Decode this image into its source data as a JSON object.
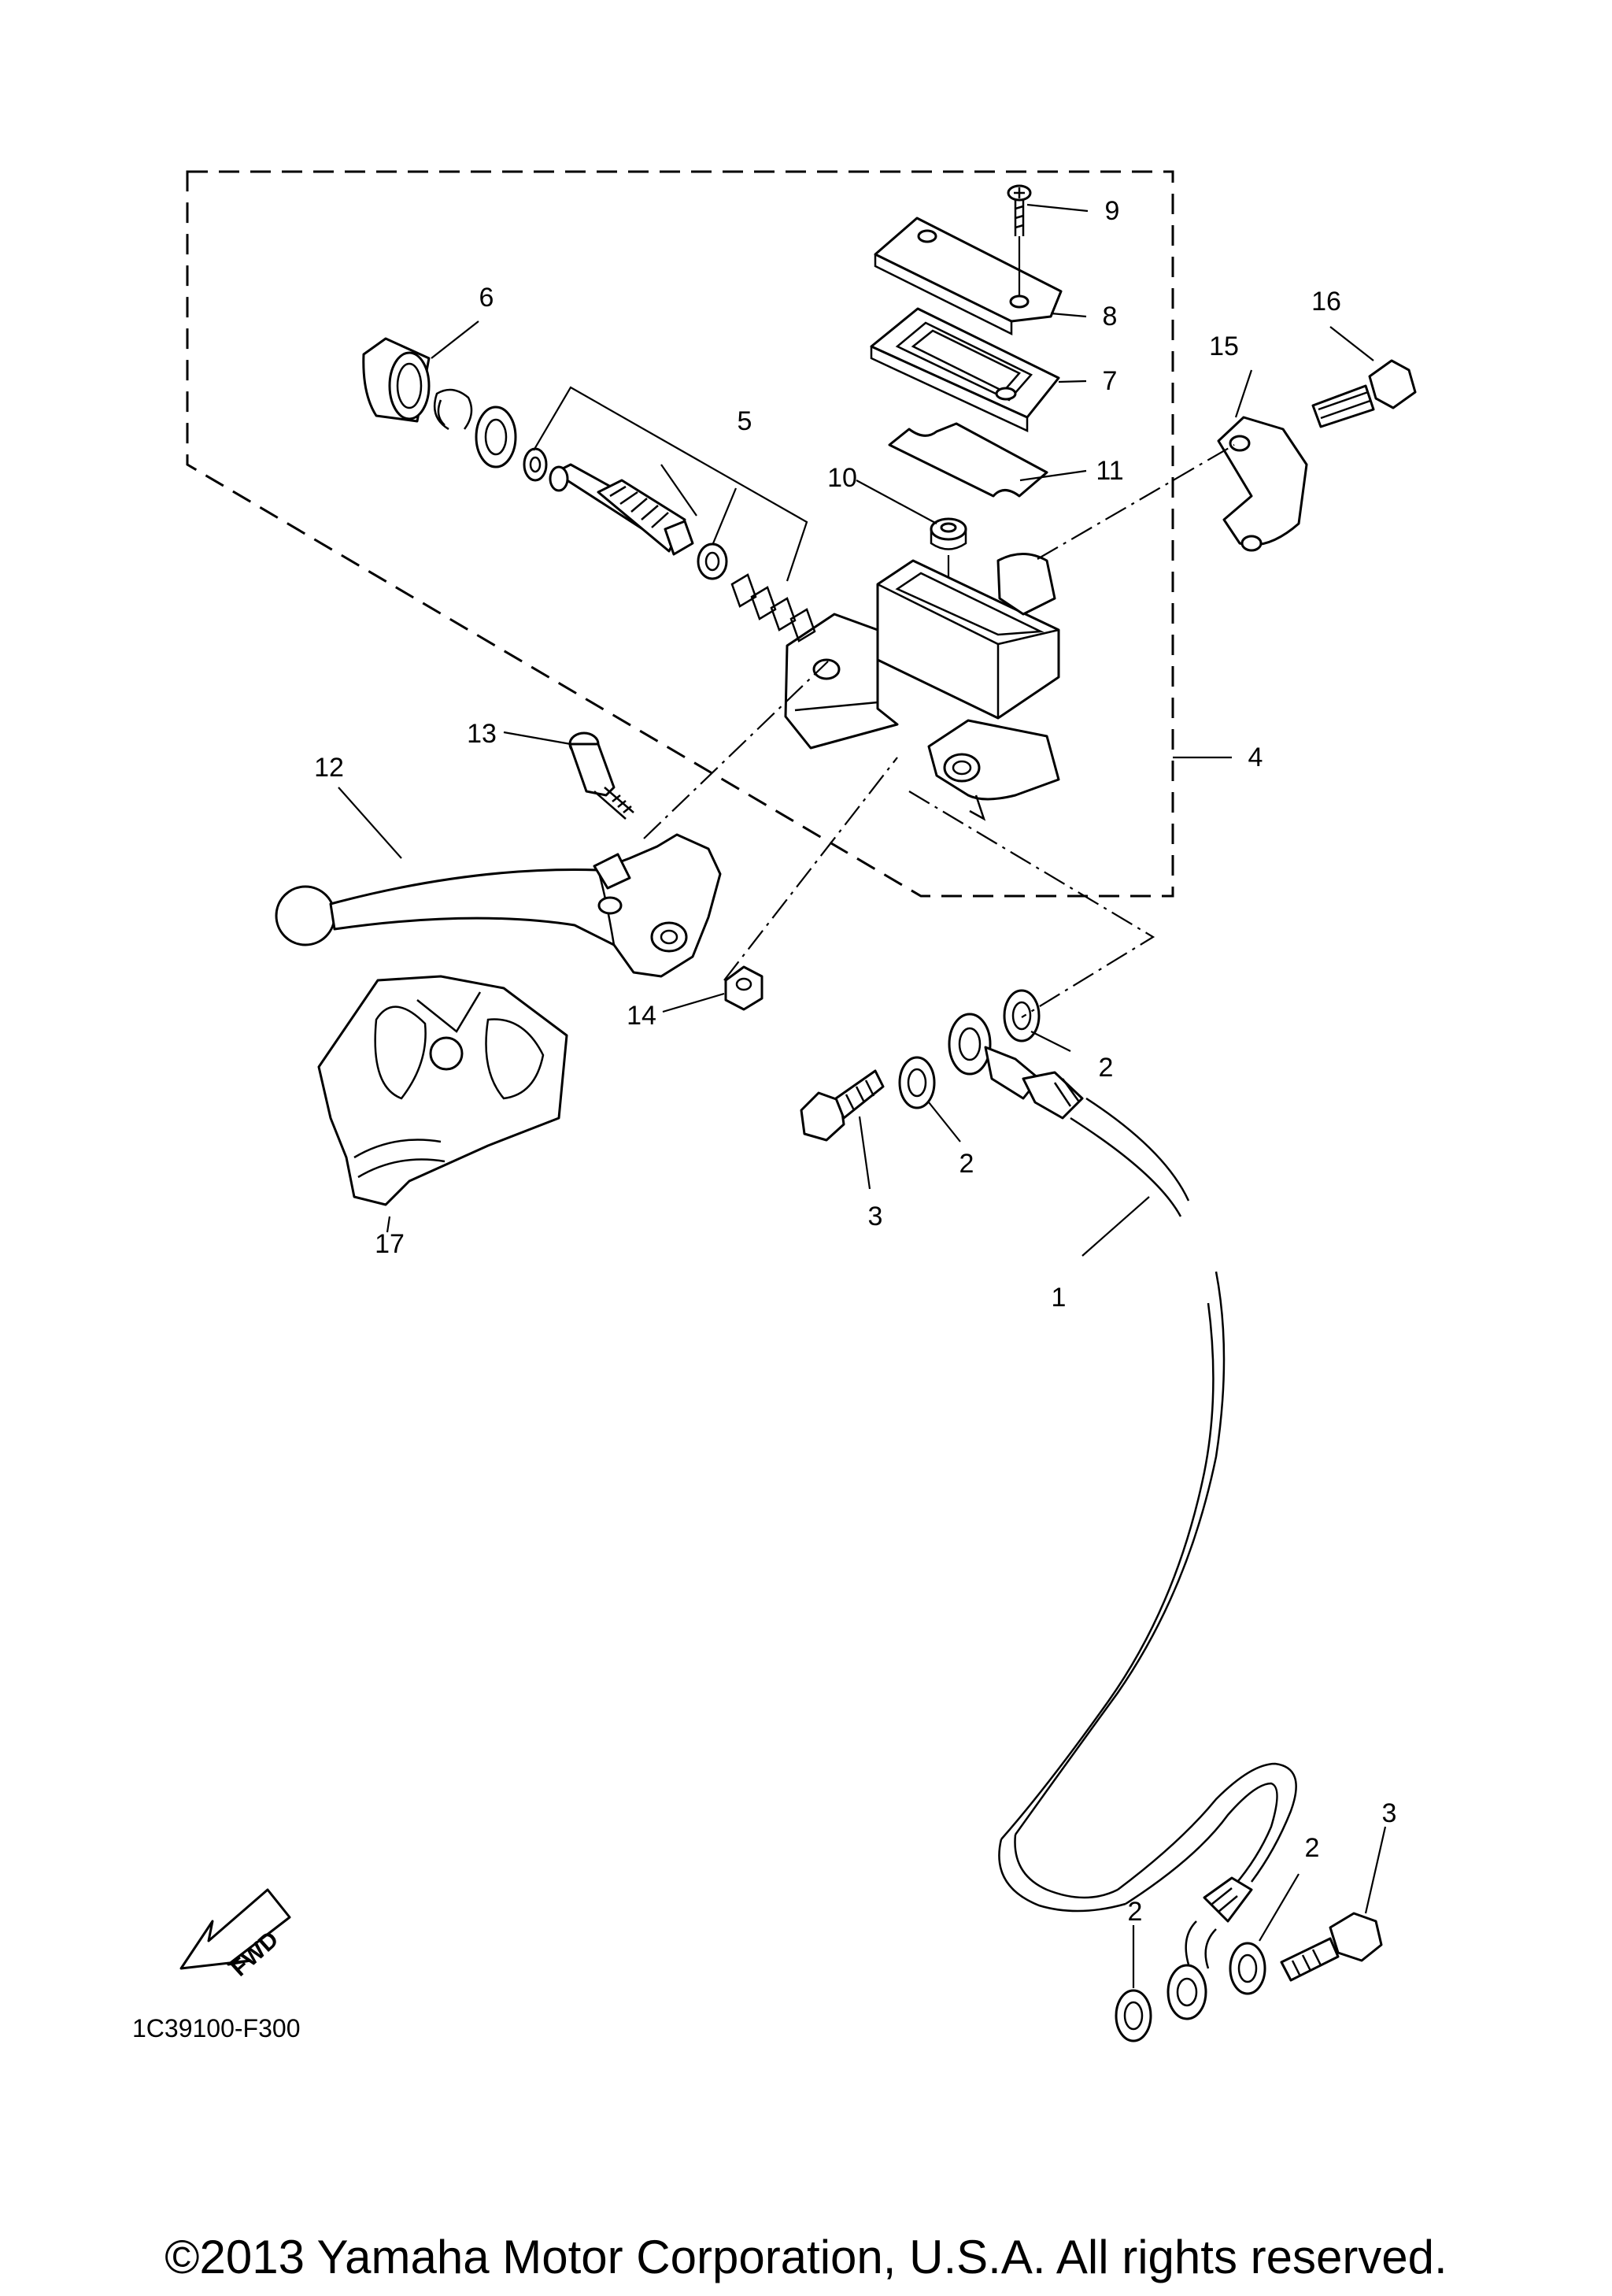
{
  "callouts": {
    "c1": "1",
    "c2a": "2",
    "c2b": "2",
    "c2c": "2",
    "c2d": "2",
    "c3a": "3",
    "c3b": "3",
    "c4": "4",
    "c5": "5",
    "c6": "6",
    "c7": "7",
    "c8": "8",
    "c9": "9",
    "c10": "10",
    "c11": "11",
    "c12": "12",
    "c13": "13",
    "c14": "14",
    "c15": "15",
    "c16": "16",
    "c17": "17"
  },
  "fwd_label": "FWD",
  "diagram_code": "1C39100-F300",
  "copyright": "©2013 Yamaha Motor Corporation, U.S.A. All rights reserved."
}
